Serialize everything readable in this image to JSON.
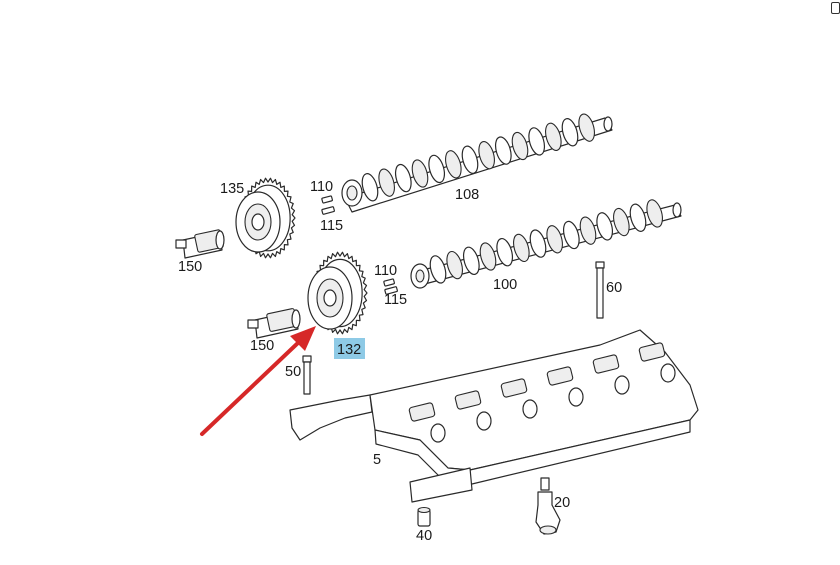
{
  "parts": {
    "cam_108": "108",
    "cam_100": "100",
    "adjuster_135": "135",
    "adjuster_132": "132",
    "magnet_150_top": "150",
    "magnet_150_bottom": "150",
    "pin_110_top": "110",
    "pin_110_bottom": "110",
    "pin_115_top": "115",
    "pin_115_bottom": "115",
    "bolt_60": "60",
    "bolt_50": "50",
    "cylinder_head_5": "5",
    "sleeve_40": "40",
    "sensor_20": "20"
  },
  "highlight": {
    "part": "132",
    "color": "#8ecae6"
  },
  "arrow": {
    "color": "#d62828",
    "points_to": "132"
  }
}
